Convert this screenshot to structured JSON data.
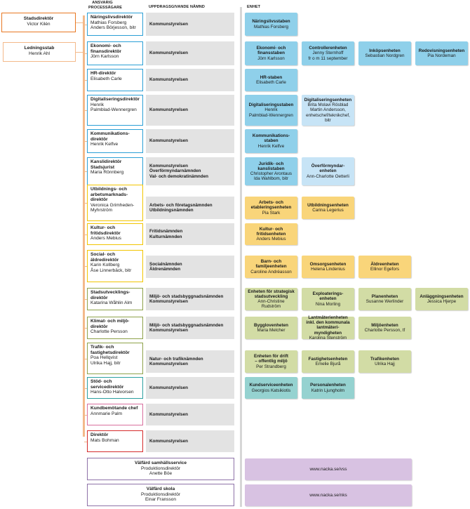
{
  "headers": {
    "owner": "ANSVARIG\nPROCESSÄGARE",
    "board": "UPPDRAGSGIVANDE NÄMND",
    "unit": "ENHET"
  },
  "stadsdirektor": {
    "title": "Stadsdirektör",
    "name": "Victor Kilén"
  },
  "ledningsstab": {
    "title": "Ledningsstab",
    "name": "Henrik Ahl"
  },
  "rows": [
    {
      "owner_title": "Näringslivsdirektör",
      "owner_name": "Mathias Forsberg\nAnders Börjesson, bitr",
      "board": "Kommunstyrelsen",
      "units": [
        {
          "title": "Näringslivsstaben",
          "name": "Mathias Forsberg"
        }
      ]
    },
    {
      "owner_title": "Ekonomi- och\nfinansdirektör",
      "owner_name": "Jörn Karlsson",
      "board": "Kommunstyrelsen",
      "units": [
        {
          "title": "Ekonomi- och\nfinansstaben",
          "name": "Jörn Karlsson"
        },
        {
          "title": "Controllerenheten",
          "name": "Jenny Sternhoff\nfr o m 11 september"
        },
        {
          "title": "Inköpsenheten",
          "name": "Sebastian Nordgren"
        },
        {
          "title": "Redovisningsenheten",
          "name": "Pia Nordeman"
        }
      ]
    },
    {
      "owner_title": "HR-direktör",
      "owner_name": "Elisabeth Carle",
      "board": "Kommunstyrelsen",
      "units": [
        {
          "title": "HR-staben",
          "name": "Elisabeth Carle"
        }
      ]
    },
    {
      "owner_title": "Digitaliseringsdirektör",
      "owner_name": "Henrik\nPalmblad-Wennergren",
      "board": "Kommunstyrelsen",
      "units": [
        {
          "title": "Digitaliseringsstaben",
          "name": "Henrik\nPalmblad-Wennergren"
        },
        {
          "title": "Digitaliseringsenheten",
          "name": "Brita Molavi Rösblad\nMartin Andersson,\nenhetschef/teknikchef, bitr"
        }
      ]
    },
    {
      "owner_title": "Kommunikations-\ndirektör",
      "owner_name": "Henrik Kelfve",
      "board": "Kommunstyrelsen",
      "units": [
        {
          "title": "Kommunikations-\nstaben",
          "name": "Henrik Kelfve"
        }
      ]
    },
    {
      "owner_title": "Kanslidirektör\nStadsjurist",
      "owner_name": "Maria Rönnberg",
      "board": "Kommunstyrelsen\nÖverförmyndarnämnden\nVal- och demokratinämnden",
      "units": [
        {
          "title": "Juridik- och\nkanslistaben",
          "name": "Christopher Arontaus\nIda Wahlbom, bitr"
        },
        {
          "title": "Överförmyndar-\nenheten",
          "name": "Ann-Charlotte Oetterli"
        }
      ]
    },
    {
      "owner_title": "Utbildnings- och\narbetsmarknads-\ndirektör",
      "owner_name": "Veronica Grimheden-\nMyhrström",
      "board": "Arbets- och företagsnämnden\nUtbildningsnämnden",
      "units": [
        {
          "title": "Arbets- och\netableringsenheten",
          "name": "Pia Stark"
        },
        {
          "title": "Utbildningsenheten",
          "name": "Carina Legerius"
        }
      ]
    },
    {
      "owner_title": "Kultur- och\nfritidsdirektör",
      "owner_name": "Anders Mebius",
      "board": "Fritidsnämnden\nKulturnämnden",
      "units": [
        {
          "title": "Kultur- och\nfritidsenheten",
          "name": "Anders Mebius"
        }
      ]
    },
    {
      "owner_title": "Social- och\näldredirektör",
      "owner_name": "Karin Kollberg\nÅse Linnerbäck, bitr",
      "board": "Socialnämnden\nÄldrenämnden",
      "units": [
        {
          "title": "Barn- och\nfamiljeenheten",
          "name": "Caroline Andréasson"
        },
        {
          "title": "Omsorgsenheten",
          "name": "Helena Lindenius"
        },
        {
          "title": "Äldreenheten",
          "name": "Ellinor Egefors"
        }
      ]
    },
    {
      "owner_title": "Stadsutvecklings-\ndirektör",
      "owner_name": "Katarina Wåhlin Alm",
      "board": "Miljö- och stadsbyggnadsnämnden\nKommunstyrelsen",
      "units": [
        {
          "title": "Enheten för strategisk\nstadsutveckling",
          "name": "Ann-Christine\nRudström"
        },
        {
          "title": "Exploaterings-\nenheten",
          "name": "Nina Morling"
        },
        {
          "title": "Planenheten",
          "name": "Susanne Werlinder"
        },
        {
          "title": "Anläggningsenheten",
          "name": "Jessica Hjerpe"
        }
      ]
    },
    {
      "owner_title": "Klimat- och miljö-\ndirektör",
      "owner_name": "Charlotte Persson",
      "board": "Miljö- och stadsbyggnadsnämnden\nKommunstyrelsen",
      "units": [
        {
          "title": "Bygglovenheten",
          "name": "Maria Melcher"
        },
        {
          "title": "Lantmäterienheten\ninkl. den kommunala\nlantmäteri-\nmyndigheten",
          "name": "Karolina Stenström"
        },
        {
          "title": "Miljöenheten",
          "name": "Charlotte Persson, tf"
        }
      ]
    },
    {
      "owner_title": "Trafik- och\nfastighetsdirektör",
      "owner_name": "Poa Hellqvist\nUlrika Hajj, bitr",
      "board": "Natur- och trafiknämnden\nKommunstyrelsen",
      "units": [
        {
          "title": "Enheten för drift\n– offentlig miljö",
          "name": "Per Strandberg"
        },
        {
          "title": "Fastighetsenheten",
          "name": "Emelie Bjurå"
        },
        {
          "title": "Trafikenheten",
          "name": "Ulrika Hajj"
        }
      ]
    },
    {
      "owner_title": "Stöd- och\nservicedirektör",
      "owner_name": "Hans-Otto Halvorsen",
      "board": "Kommunstyrelsen",
      "units": [
        {
          "title": "Kundserviceenheten",
          "name": "Georgios Katsikiotis"
        },
        {
          "title": "Personalenheten",
          "name": "Katrin Ljungholm"
        }
      ]
    },
    {
      "owner_title": "Kundbemötande chef",
      "owner_name": "Annmarie Palm",
      "board": "Kommunstyrelsen",
      "units": []
    },
    {
      "owner_title": "Direktör",
      "owner_name": "Mats Bohman",
      "board": "Kommunstyrelsen",
      "units": []
    }
  ],
  "production": [
    {
      "title": "Välfärd samhällsservice",
      "line1": "Produktionsdirektör",
      "line2": "Anette Böe",
      "link": "www.nacka.se/vss"
    },
    {
      "title": "Välfärd skola",
      "line1": "Produktionsdirektör",
      "line2": "Einar Fransson",
      "link": "www.nacka.se/nks"
    }
  ],
  "colors": {
    "stadsdirektor_border": "#e87722",
    "staff_border": "#2a9fd6",
    "education_border": "#f2c500",
    "social_border": "#f2c500",
    "city_border": "#8ea24a",
    "support_border": "#2a9fa0",
    "kund_border": "#d86f9e",
    "direktor_border": "#d52b2b",
    "production_border": "#8e72a8"
  }
}
